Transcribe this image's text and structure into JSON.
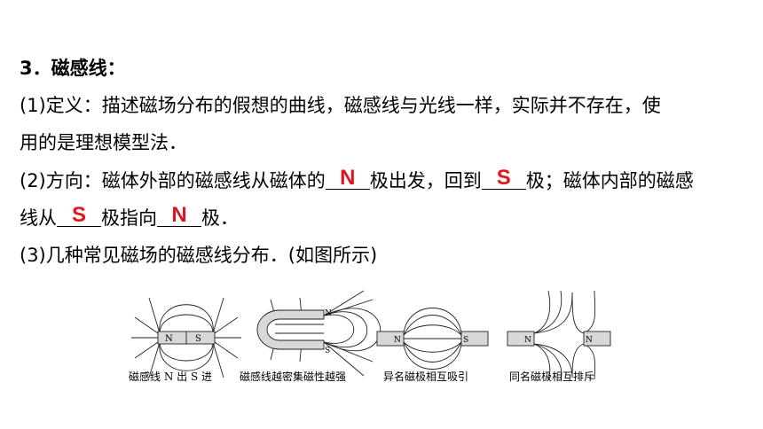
{
  "title": "3．磁感线：",
  "item1": {
    "line1": "(1)定义：描述磁场分布的假想的曲线，磁感线与光线一样，实际并不存在，使",
    "line2": "用的是理想模型法．"
  },
  "item2": {
    "p1": "(2)方向：磁体外部的磁感线从磁体的",
    "a1": "N",
    "p2": "极出发，回到",
    "a2": "S",
    "p3": "极；磁体内部的磁感",
    "p4": "线从",
    "a3": "S",
    "p5": "极指向",
    "a4": "N",
    "p6": "极．"
  },
  "item3": "(3)几种常见磁场的磁感线分布．(如图所示)",
  "figures": {
    "fig1": {
      "caption": "磁感线 N 出 S 进",
      "n": "N",
      "s": "S"
    },
    "fig2": {
      "caption": "磁感线越密集磁性越强",
      "n": "N",
      "s": "S"
    },
    "fig3": {
      "caption": "异名磁极相互吸引",
      "n": "N",
      "s": "S"
    },
    "fig4": {
      "caption": "同名磁极相互排斥",
      "n": "N",
      "s": "N"
    }
  },
  "colors": {
    "answer": "#e0141b",
    "text": "#000000",
    "magnet": "#d8d8d8"
  }
}
